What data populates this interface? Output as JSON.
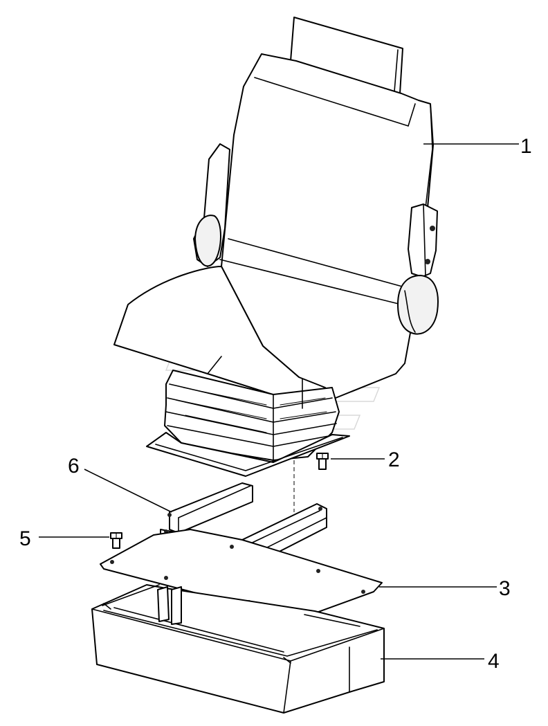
{
  "callouts": [
    {
      "id": "1",
      "label": "1"
    },
    {
      "id": "2",
      "label": "2"
    },
    {
      "id": "3",
      "label": "3"
    },
    {
      "id": "4",
      "label": "4"
    },
    {
      "id": "5",
      "label": "5"
    },
    {
      "id": "6",
      "label": "6"
    }
  ],
  "colors": {
    "line": "#000000",
    "background": "#ffffff",
    "watermark": "#d9d9d9"
  }
}
